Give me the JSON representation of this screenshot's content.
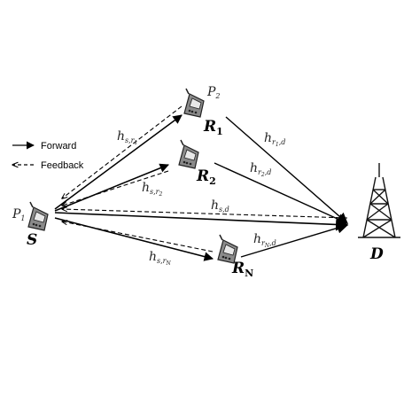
{
  "legend": {
    "forward": "Forward",
    "feedback": "Feedback"
  },
  "nodes": {
    "source": {
      "label": "S",
      "power_label": "P",
      "power_sub": "1"
    },
    "relay1": {
      "label": "R",
      "sub": "1",
      "power_label": "P",
      "power_sub": "2"
    },
    "relay2": {
      "label": "R",
      "sub": "2"
    },
    "relayN": {
      "label": "R",
      "sub": "N"
    },
    "destination": {
      "label": "D"
    }
  },
  "channels": {
    "s_r1": {
      "main": "h",
      "sub": "s,r",
      "sub2": "1"
    },
    "s_r2": {
      "main": "h",
      "sub": "s,r",
      "sub2": "2"
    },
    "s_rN": {
      "main": "h",
      "sub": "s,r",
      "sub2": "N"
    },
    "s_d": {
      "main": "h",
      "sub": "s,d"
    },
    "r1_d": {
      "main": "h",
      "sub": "r",
      "sub1": "1",
      "subd": ",d"
    },
    "r2_d": {
      "main": "h",
      "sub": "r",
      "sub1": "2",
      "subd": ",d"
    },
    "rN_d": {
      "main": "h",
      "sub": "r",
      "sub1": "N",
      "subd": ",d"
    }
  }
}
